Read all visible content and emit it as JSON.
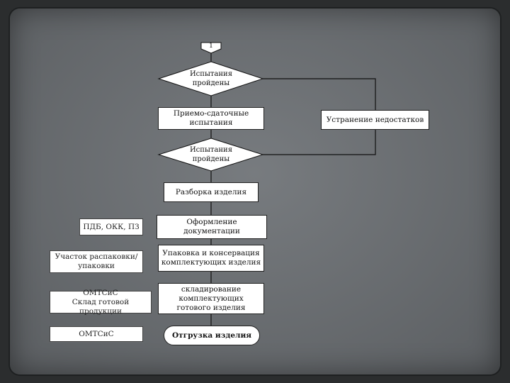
{
  "connector": {
    "label": "1"
  },
  "decision_1": {
    "label": "Испытания\nпройдены"
  },
  "step_acceptance_tests": {
    "label": "Приемо-сдаточные\nиспытания"
  },
  "step_fix_defects": {
    "label": "Устранение недостатков"
  },
  "decision_2": {
    "label": "Испытания\nпройдены"
  },
  "step_disassembly": {
    "label": "Разборка изделия"
  },
  "step_documentation": {
    "label": "Оформление\nдокументации"
  },
  "step_packing": {
    "label": "Упаковка и консервация\nкомплектующих изделия"
  },
  "step_storage": {
    "label": "складирование\nкомплектующих\nготового изделия"
  },
  "step_shipment": {
    "label": "Отгрузка изделия"
  },
  "side_notes": [
    {
      "label": "ПДБ, ОКК, ПЗ"
    },
    {
      "label": "Участок распаковки/\nупаковки"
    },
    {
      "label": "ОМТСиС\nСклад готовой продукции"
    },
    {
      "label": "ОМТСиС"
    }
  ]
}
